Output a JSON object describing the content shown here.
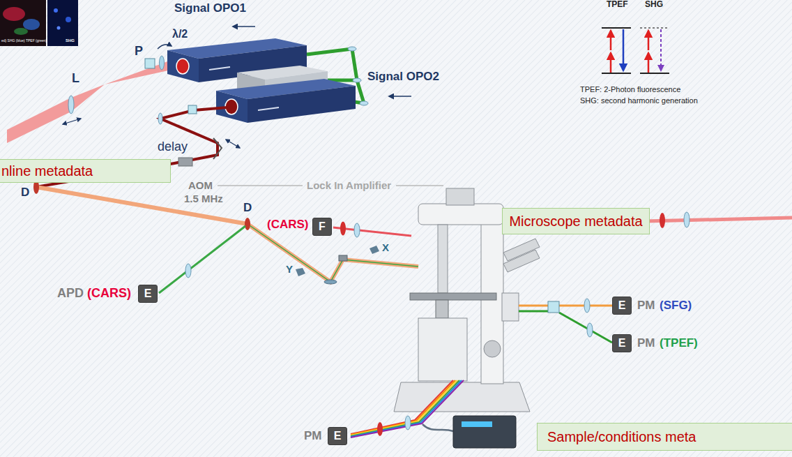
{
  "diagram": {
    "nodes": [
      {
        "text": [
          "nline metadata"
        ]
      },
      {
        "text": [
          "F"
        ]
      },
      {
        "text": [
          "Microscope metadata"
        ]
      },
      {
        "text": [
          "E"
        ]
      },
      {
        "text": [
          "E"
        ]
      },
      {
        "text": [
          "E"
        ]
      },
      {
        "text": [
          "E"
        ]
      },
      {
        "text": [
          "Sample/conditions meta"
        ]
      }
    ],
    "labels": [
      "ed) SHG (blue) TPEF (green)",
      "SHG",
      "Signal OPO1",
      "TPEF",
      "SHG",
      "λ/2",
      "P",
      "L",
      "Signal OPO2",
      "TPEF: 2-Photon fluorescence",
      "SHG: second harmonic generation",
      "delay",
      "D",
      "AOM",
      "Lock In Amplifier",
      "1.5 MHz",
      "(CARS)",
      "D",
      "Y",
      "X",
      "APD",
      "(CARS)",
      "PM",
      "(SFG)",
      "PM",
      "(TPEF)",
      "PM"
    ]
  }
}
